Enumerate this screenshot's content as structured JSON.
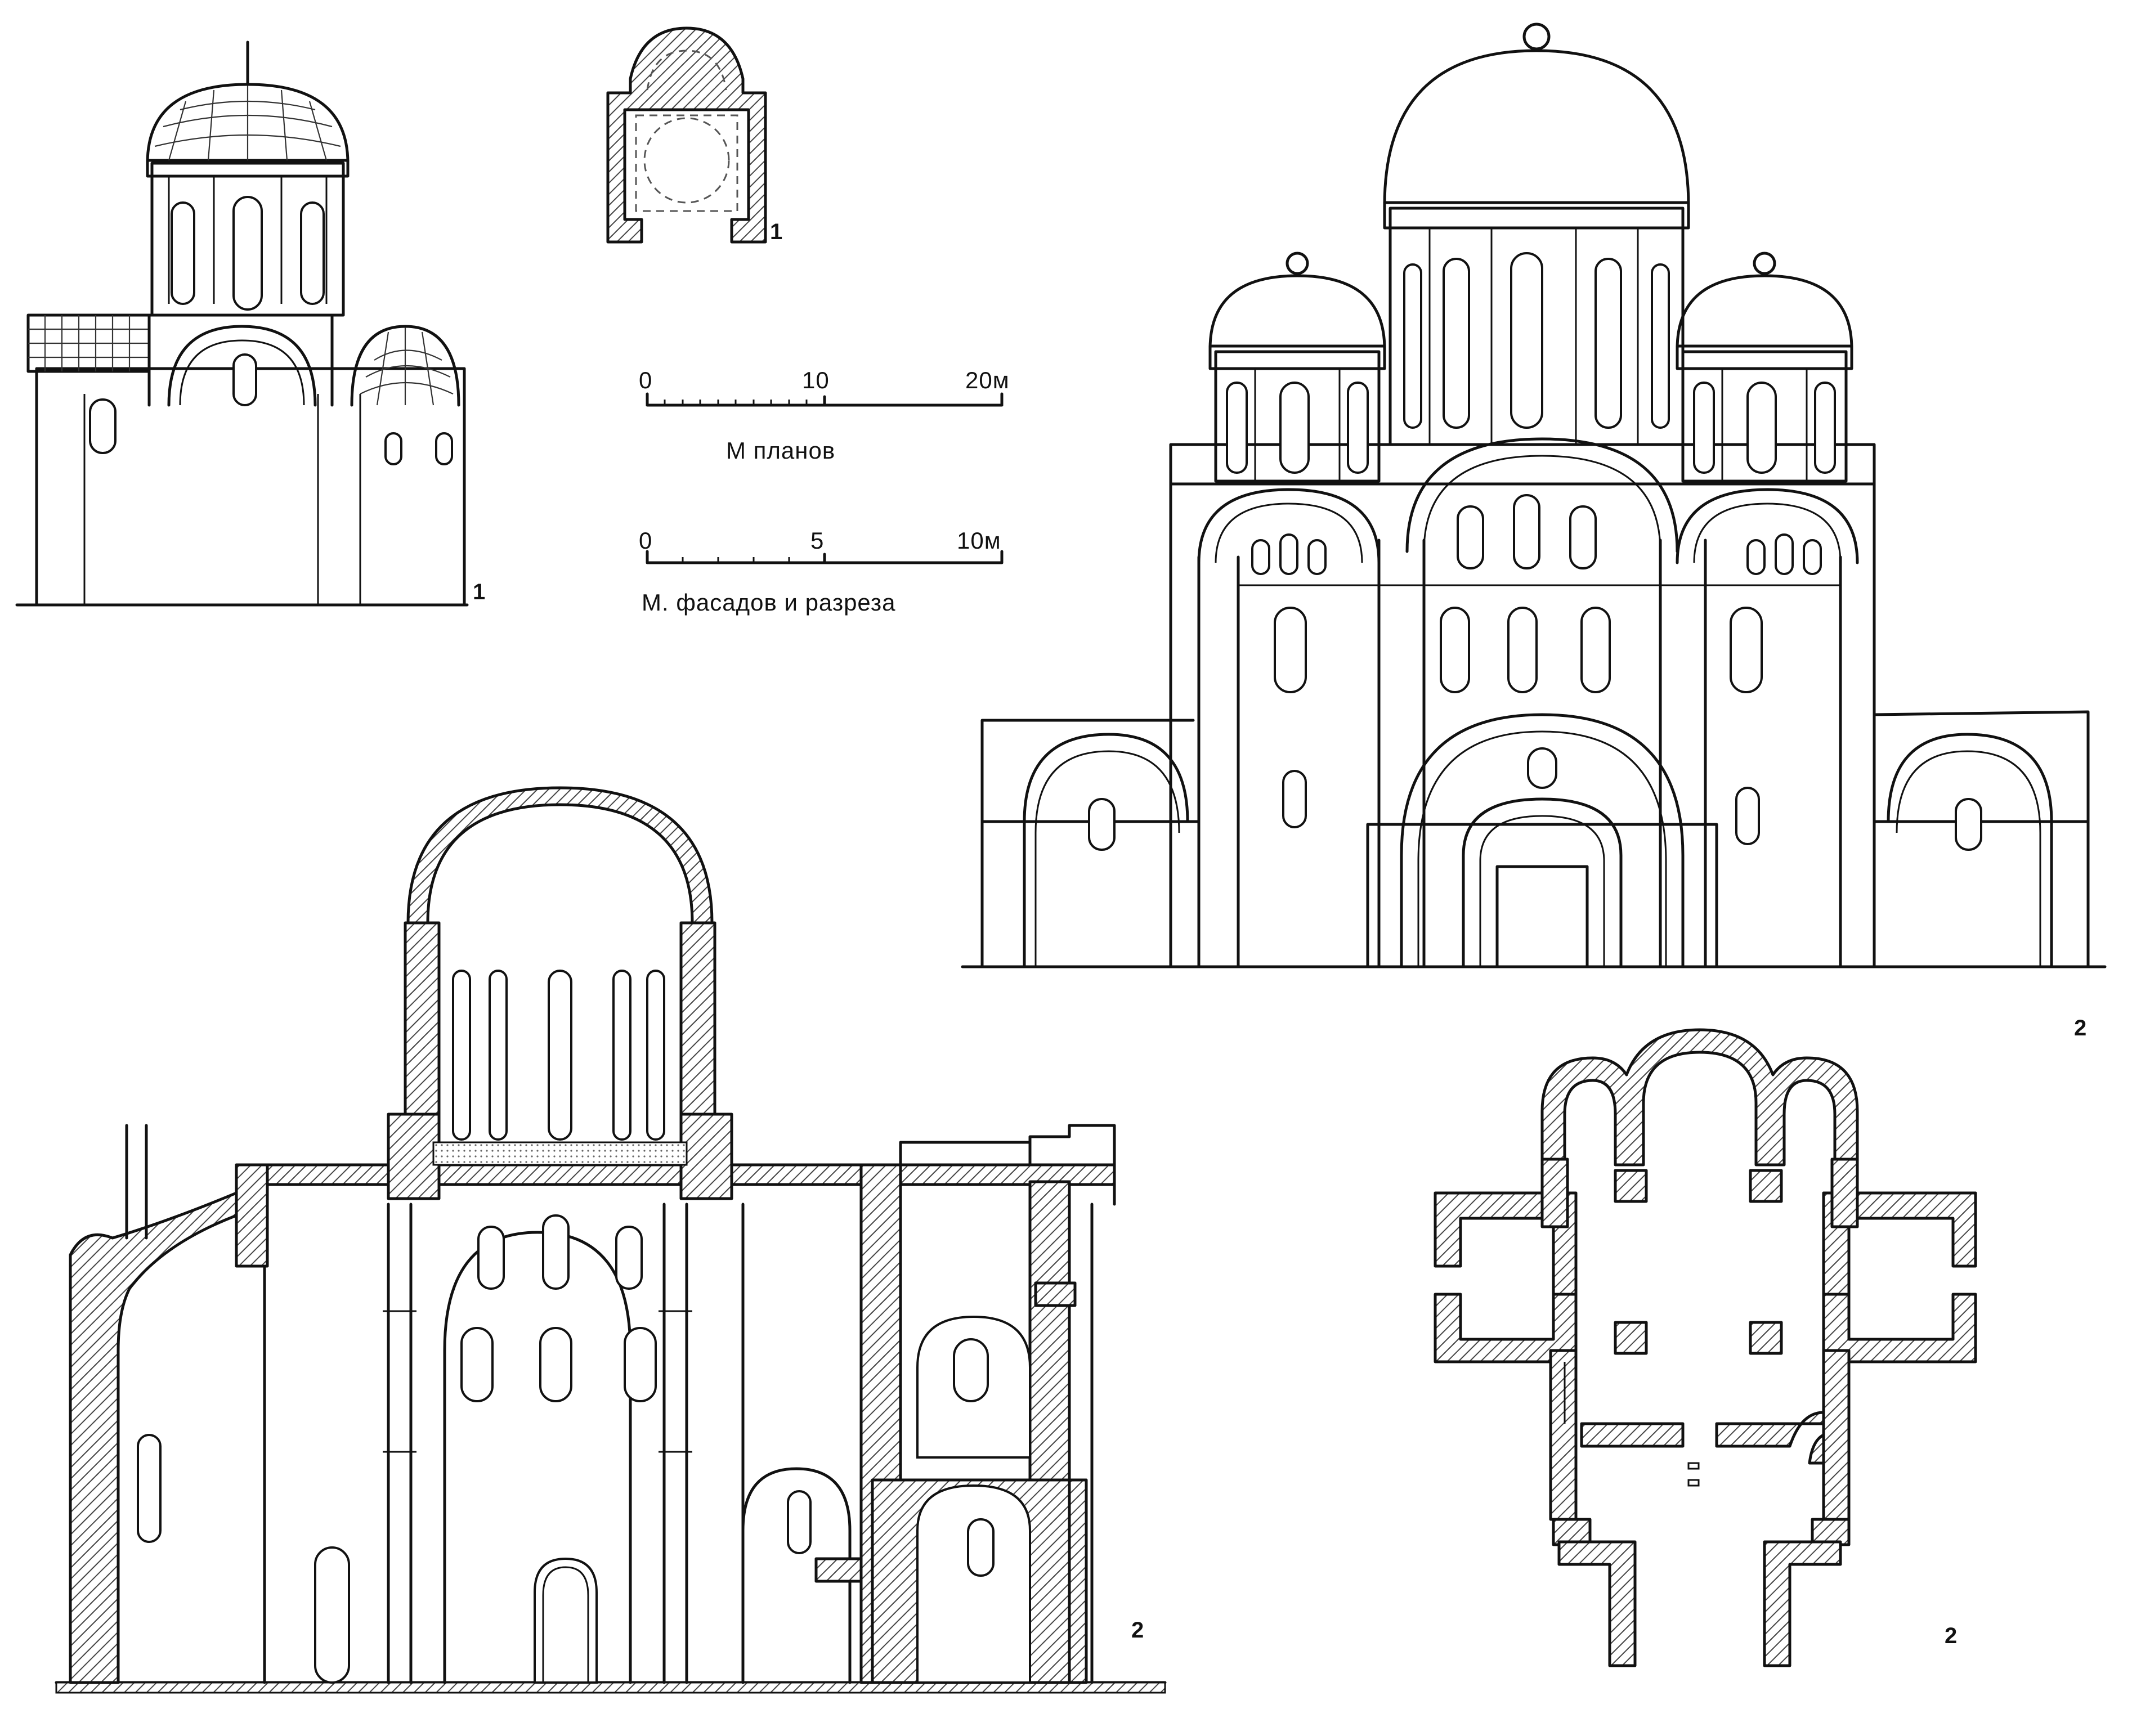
{
  "figure_numbers": {
    "church1_facade": "1",
    "church1_plan": "1",
    "church2_facade": "2",
    "church2_section": "2",
    "church2_plan": "2"
  },
  "scales": {
    "plans": {
      "ticks": [
        "0",
        "10",
        "20м"
      ],
      "caption": "М  планов"
    },
    "facades": {
      "ticks": [
        "0",
        "5",
        "10м"
      ],
      "caption": "М. фасадов  и  разреза"
    }
  },
  "colors": {
    "line": "#111111",
    "hatch": "#444444",
    "background": "#ffffff"
  }
}
